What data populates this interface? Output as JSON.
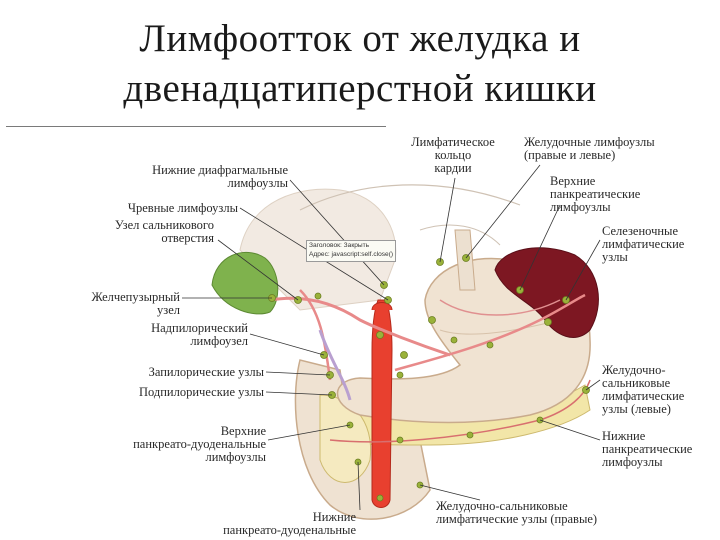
{
  "slide": {
    "title_line1": "Лимфоотток от желудка и",
    "title_line2": "двенадцатиперстной кишки"
  },
  "labels": {
    "lymph_ring_cardia": [
      "Лимфатическое",
      "кольцо",
      "кардии"
    ],
    "gastric_nodes": [
      "Желудочные лимфоузлы",
      "(правые и левые)"
    ],
    "lower_diaphragmatic": [
      "Нижние диафрагмальные",
      "лимфоузлы"
    ],
    "upper_pancreatic": [
      "Верхние",
      "панкреатические",
      "лимфоузлы"
    ],
    "celiac": [
      "Чревные лимфоузлы"
    ],
    "omental_foramen": [
      "Узел сальникового",
      "отверстия"
    ],
    "splenic": [
      "Селезеночные",
      "лимфатические",
      "узлы"
    ],
    "gallbladder": [
      "Желчепузырный",
      "узел"
    ],
    "suprapyloric": [
      "Надпилорический",
      "лимфоузел"
    ],
    "retropyloric": [
      "Запилорические узлы"
    ],
    "subpyloric": [
      "Подпилорические узлы"
    ],
    "gastroomental_left": [
      "Желудочно-",
      "сальниковые",
      "лимфатические",
      "узлы (левые)"
    ],
    "upper_pancreatoduodenal": [
      "Верхние",
      "панкреато-дуоденальные",
      "лимфоузлы"
    ],
    "lower_pancreatic": [
      "Нижние",
      "панкреатические",
      "лимфоузлы"
    ],
    "gastroomental_right": [
      "Желудочно-сальниковые",
      "лимфатические узлы (правые)"
    ],
    "lower_pancreatoduodenal": [
      "Нижние",
      "панкреато-дуоденальные"
    ]
  },
  "tooltip": {
    "line1": "Заголовок: Закрыть",
    "line2": "Адрес: javascript:self.close()"
  },
  "colors": {
    "stomach": "#f0e3d2",
    "stomach_outline": "#c9ab8c",
    "spleen": "#7d1722",
    "gallbladder": "#7fb24d",
    "aorta": "#e8402f",
    "vessel_pink": "#e88a8a",
    "node": "#9ab23a",
    "pancreas": "#f2e6a8"
  }
}
